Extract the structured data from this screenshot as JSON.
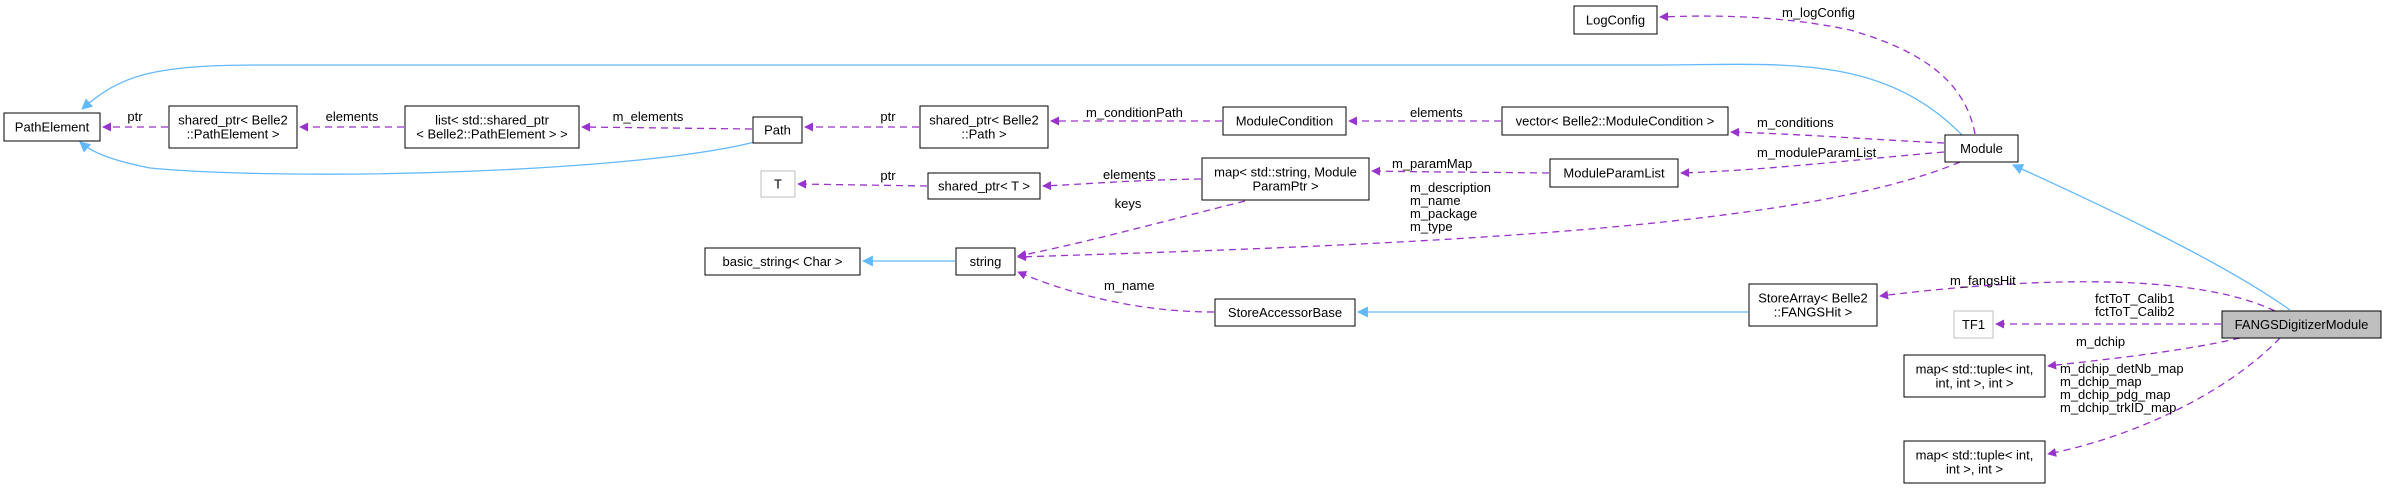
{
  "diagram": {
    "colors": {
      "composition": "#9a32cd",
      "inheritance": "#63b8ff",
      "node_border": "#000000",
      "placeholder_border": "#bfbfbf",
      "highlight_fill": "#bfbfbf"
    },
    "nodes": [
      {
        "id": "logconfig",
        "lines": [
          "LogConfig"
        ]
      },
      {
        "id": "pathelement",
        "lines": [
          "PathElement"
        ]
      },
      {
        "id": "sp_pathelement",
        "lines": [
          "shared_ptr< Belle2",
          "::PathElement >"
        ]
      },
      {
        "id": "list_sp",
        "lines": [
          "list< std::shared_ptr",
          "< Belle2::PathElement > >"
        ]
      },
      {
        "id": "path",
        "lines": [
          "Path"
        ]
      },
      {
        "id": "sp_path",
        "lines": [
          "shared_ptr< Belle2",
          "::Path >"
        ]
      },
      {
        "id": "modulecondition",
        "lines": [
          "ModuleCondition"
        ]
      },
      {
        "id": "vec_modcond",
        "lines": [
          "vector< Belle2::ModuleCondition >"
        ]
      },
      {
        "id": "module",
        "lines": [
          "Module"
        ]
      },
      {
        "id": "t",
        "lines": [
          "T"
        ]
      },
      {
        "id": "sp_t",
        "lines": [
          "shared_ptr< T >"
        ]
      },
      {
        "id": "map_string",
        "lines": [
          "map< std::string, Module",
          "ParamPtr >"
        ]
      },
      {
        "id": "moduleparamlist",
        "lines": [
          "ModuleParamList"
        ]
      },
      {
        "id": "basic_string",
        "lines": [
          "basic_string< Char >"
        ]
      },
      {
        "id": "string",
        "lines": [
          "string"
        ]
      },
      {
        "id": "storeaccessorbase",
        "lines": [
          "StoreAccessorBase"
        ]
      },
      {
        "id": "storearray",
        "lines": [
          "StoreArray< Belle2",
          "::FANGSHit >"
        ]
      },
      {
        "id": "tf1",
        "lines": [
          "TF1"
        ]
      },
      {
        "id": "fangs",
        "lines": [
          "FANGSDigitizerModule"
        ]
      },
      {
        "id": "map_tuple1",
        "lines": [
          "map< std::tuple< int,",
          "int, int >, int >"
        ]
      },
      {
        "id": "map_tuple2",
        "lines": [
          "map< std::tuple< int,",
          "int >, int >"
        ]
      }
    ],
    "edges": [
      {
        "id": "pathelement-module",
        "lines": []
      },
      {
        "id": "pathelement-path",
        "lines": []
      },
      {
        "id": "spe-pathelement",
        "lines": [
          "ptr"
        ]
      },
      {
        "id": "list-spe",
        "lines": [
          "elements"
        ]
      },
      {
        "id": "path-list",
        "lines": [
          "m_elements"
        ]
      },
      {
        "id": "path-sppath",
        "lines": [
          "ptr"
        ]
      },
      {
        "id": "sppath-modcond",
        "lines": [
          "m_conditionPath"
        ]
      },
      {
        "id": "modcond-vec",
        "lines": [
          "elements"
        ]
      },
      {
        "id": "vec-module",
        "lines": [
          "m_conditions"
        ]
      },
      {
        "id": "logconfig-module",
        "lines": [
          "m_logConfig"
        ]
      },
      {
        "id": "t-spt",
        "lines": [
          "ptr"
        ]
      },
      {
        "id": "spt-map",
        "lines": [
          "elements"
        ]
      },
      {
        "id": "map-mpl",
        "lines": [
          "m_paramMap"
        ]
      },
      {
        "id": "mpl-module",
        "lines": [
          "m_moduleParamList"
        ]
      },
      {
        "id": "string-map",
        "lines": [
          "keys"
        ]
      },
      {
        "id": "string-module",
        "lines": [
          "m_description",
          "m_name",
          "m_package",
          "m_type"
        ]
      },
      {
        "id": "basic-string",
        "lines": []
      },
      {
        "id": "string-sab",
        "lines": [
          "m_name"
        ]
      },
      {
        "id": "sab-storearray",
        "lines": []
      },
      {
        "id": "module-fangs",
        "lines": []
      },
      {
        "id": "storearray-fangs",
        "lines": [
          "m_fangsHit"
        ]
      },
      {
        "id": "tf1-fangs",
        "lines": [
          "fctToT_Calib1",
          "fctToT_Calib2"
        ]
      },
      {
        "id": "tuple1-fangs",
        "lines": [
          "m_dchip"
        ]
      },
      {
        "id": "tuple2-fangs",
        "lines": [
          "m_dchip_detNb_map",
          "m_dchip_map",
          "m_dchip_pdg_map",
          "m_dchip_trkID_map"
        ]
      }
    ]
  }
}
